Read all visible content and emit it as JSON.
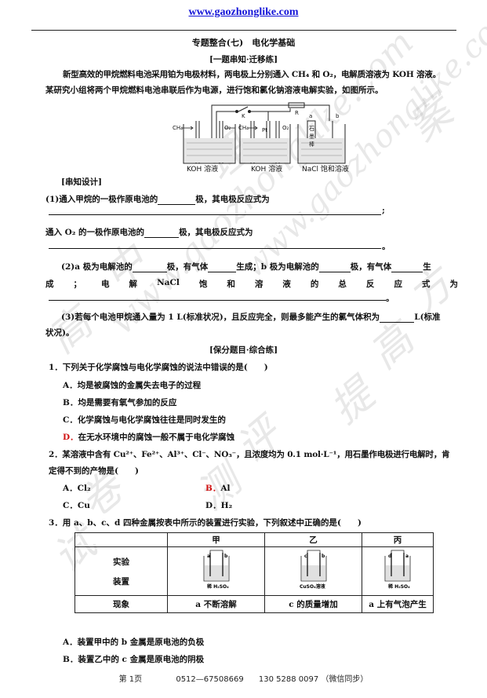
{
  "header": {
    "site": "www.gaozhonglike.com"
  },
  "title": "专题整合(七)　电化学基础",
  "section1_title": "[一题串知·迁移练]",
  "intro": [
    "新型高效的甲烷燃料电池采用铂为电极材料，两电极上分别通入 CH₄ 和 O₂，电解质溶液为 KOH 溶液。",
    "某研究小组将两个甲烷燃料电池串联后作为电源，进行饱和氯化钠溶液电解实验，如图所示。"
  ],
  "figure": {
    "ch4": "CH₄",
    "o2": "O₂",
    "pt": "Pt",
    "k": "K",
    "r": "R",
    "a": "a",
    "b": "b",
    "shimo": [
      "石",
      "墨",
      "棒"
    ],
    "koh1": "KOH 溶液",
    "koh2": "KOH 溶液",
    "nacl": "NaCl 饱和溶液"
  },
  "design_title": "[串知设计]",
  "q1": {
    "a": "(1)通入甲烷的一极作原电池的",
    "b": "极，其电极反应式为",
    "c": "通入 O₂ 的一极作原电池的",
    "d": "极，其电极反应式为"
  },
  "q2": {
    "a": "(2)a 极为电解池的",
    "b": "极，有气体",
    "c": "生成；b 极为电解池的",
    "d": "极，有气体",
    "e": "生",
    "words": [
      "成",
      "；",
      "电",
      "解",
      "NaCl",
      "饱",
      "和",
      "溶",
      "液",
      "的",
      "总",
      "反",
      "应",
      "式",
      "为"
    ]
  },
  "q3": {
    "a": "(3)若每个电池甲烷通入量为 1 L(标准状况)，且反应完全，则最多能产生的氯气体积为",
    "b": "L(标准",
    "c": "状况)。"
  },
  "section2_title": "[保分题目·综合练]",
  "mc1": {
    "stem": "1．下列关于化学腐蚀与电化学腐蚀的说法中错误的是(　　)",
    "options": [
      {
        "label": "A．",
        "text": "均是被腐蚀的金属失去电子的过程"
      },
      {
        "label": "B．",
        "text": "均是需要有氧气参加的反应"
      },
      {
        "label": "C．",
        "text": "化学腐蚀与电化学腐蚀往往是同时发生的"
      },
      {
        "label": "D．",
        "text": "在无水环境中的腐蚀一般不属于电化学腐蚀"
      }
    ]
  },
  "mc2": {
    "stem": "2．某溶液中含有 Cu²⁺、Fe²⁺、Al³⁺、Cl⁻、NO₃⁻，且浓度均为 0.1 mol·L⁻¹，用石墨作电极进行电解时，肯",
    "stem2": "定得不到的产物是(　　)",
    "options": [
      {
        "label": "A．",
        "text": "Cl₂"
      },
      {
        "label": "B．",
        "text": "Al"
      },
      {
        "label": "C．",
        "text": "Cu"
      },
      {
        "label": "D．",
        "text": "H₂"
      }
    ]
  },
  "mc3": {
    "stem": "3．用 a、b、c、d 四种金属按表中所示的装置进行实验，下列叙述中正确的是(　　)",
    "table": {
      "headers": [
        "甲",
        "乙",
        "丙"
      ],
      "row1_label": [
        "实验",
        "装置"
      ],
      "apparatus": [
        {
          "left": "a",
          "right": "b",
          "solution": "稀 H₂SO₄"
        },
        {
          "left": "c",
          "right": "b",
          "solution": "CuSO₄溶液"
        },
        {
          "left": "d",
          "right": "a",
          "solution": "稀 H₂SO₄"
        }
      ],
      "row2_label": "现象",
      "phenomena": [
        "a 不断溶解",
        "c 的质量增加",
        "a 上有气泡产生"
      ]
    },
    "options": [
      {
        "label": "A．",
        "text": "装置甲中的 b 金属是原电池的负极"
      },
      {
        "label": "B．",
        "text": "装置乙中的 c 金属是原电池的阴极"
      }
    ]
  },
  "footer": {
    "page": "第 1页",
    "phone": "0512—67508669",
    "mobile": "130 5288 0097",
    "note": "（微信同步）"
  },
  "watermark": [
    "试",
    "卷",
    "测",
    "评",
    "高",
    "中",
    "理",
    "提",
    "高",
    "方",
    "案",
    "www.gaozhonglike.com",
    "www.gaozhonglike.com"
  ],
  "colors": {
    "site": "#1414d8",
    "answer_mark": "#d01010"
  }
}
